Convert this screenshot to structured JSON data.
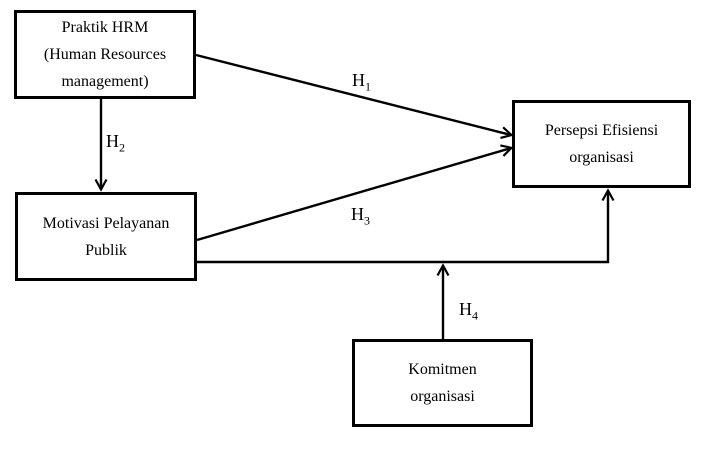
{
  "diagram": {
    "background": "#ffffff",
    "line_color": "#000000",
    "nodes": [
      {
        "id": "praktik-hrm",
        "lines": [
          "Praktik HRM",
          "(Human Resources",
          "management)"
        ]
      },
      {
        "id": "motivasi-pelayanan-publik",
        "lines": [
          "Motivasi Pelayanan",
          "Publik"
        ]
      },
      {
        "id": "persepsi-efisiensi-organisasi",
        "lines": [
          "Persepsi Efisiensi",
          "organisasi"
        ]
      },
      {
        "id": "komitmen-organisasi",
        "lines": [
          "Komitmen",
          "organisasi"
        ]
      }
    ],
    "edges": [
      {
        "id": "h1",
        "label": "H",
        "sub": "1",
        "from": "praktik-hrm",
        "to": "persepsi-efisiensi-organisasi"
      },
      {
        "id": "h2",
        "label": "H",
        "sub": "2",
        "from": "praktik-hrm",
        "to": "motivasi-pelayanan-publik"
      },
      {
        "id": "h3",
        "label": "H",
        "sub": "3",
        "from": "motivasi-pelayanan-publik",
        "to": "persepsi-efisiensi-organisasi"
      },
      {
        "id": "mediation-path",
        "label": "",
        "sub": "",
        "from": "motivasi-pelayanan-publik",
        "to": "persepsi-efisiensi-organisasi"
      },
      {
        "id": "h4",
        "label": "H",
        "sub": "4",
        "from": "komitmen-organisasi",
        "to": "mediation-path"
      }
    ]
  }
}
